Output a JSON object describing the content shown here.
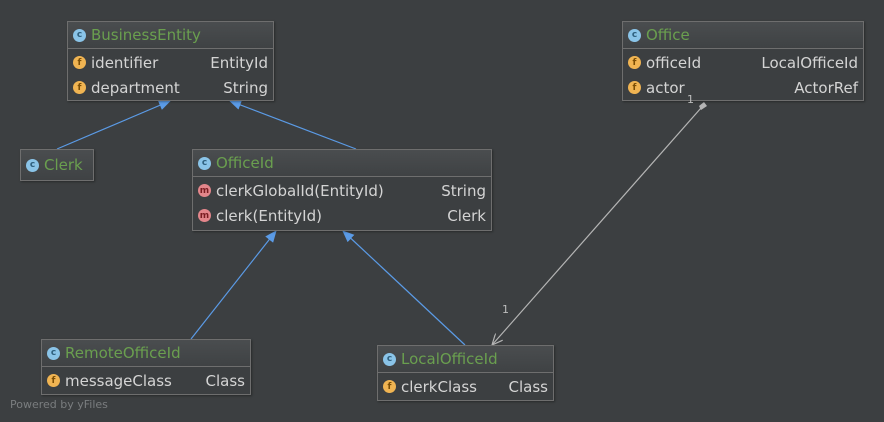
{
  "colors": {
    "background": "#3c3f41",
    "class_name": "#6a9f4f",
    "text": "#d4d4d4",
    "inheritance_edge": "#5b9be6",
    "association_edge": "#b5b5b5"
  },
  "nodes": {
    "business_entity": {
      "name": "BusinessEntity",
      "badge": "c",
      "members": [
        {
          "badge": "f",
          "name": "identifier",
          "type": "EntityId"
        },
        {
          "badge": "f",
          "name": "department",
          "type": "String"
        }
      ]
    },
    "office": {
      "name": "Office",
      "badge": "c",
      "members": [
        {
          "badge": "f",
          "name": "officeId",
          "type": "LocalOfficeId"
        },
        {
          "badge": "f",
          "name": "actor",
          "type": "ActorRef"
        }
      ]
    },
    "clerk": {
      "name": "Clerk",
      "badge": "c",
      "members": []
    },
    "office_id": {
      "name": "OfficeId",
      "badge": "c",
      "members": [
        {
          "badge": "m",
          "name": "clerkGlobalId(EntityId)",
          "type": "String"
        },
        {
          "badge": "m",
          "name": "clerk(EntityId)",
          "type": "Clerk"
        }
      ]
    },
    "remote_office_id": {
      "name": "RemoteOfficeId",
      "badge": "c",
      "members": [
        {
          "badge": "f",
          "name": "messageClass",
          "type": "Class"
        }
      ]
    },
    "local_office_id": {
      "name": "LocalOfficeId",
      "badge": "c",
      "members": [
        {
          "badge": "f",
          "name": "clerkClass",
          "type": "Class"
        }
      ]
    }
  },
  "edges": [
    {
      "from": "Clerk",
      "to": "BusinessEntity",
      "kind": "inheritance"
    },
    {
      "from": "OfficeId",
      "to": "BusinessEntity",
      "kind": "inheritance"
    },
    {
      "from": "RemoteOfficeId",
      "to": "OfficeId",
      "kind": "inheritance"
    },
    {
      "from": "LocalOfficeId",
      "to": "OfficeId",
      "kind": "inheritance"
    },
    {
      "from": "Office",
      "to": "LocalOfficeId",
      "kind": "composition",
      "source_multiplicity": "1",
      "target_multiplicity": "1"
    }
  ],
  "footer": "Powered by yFiles"
}
